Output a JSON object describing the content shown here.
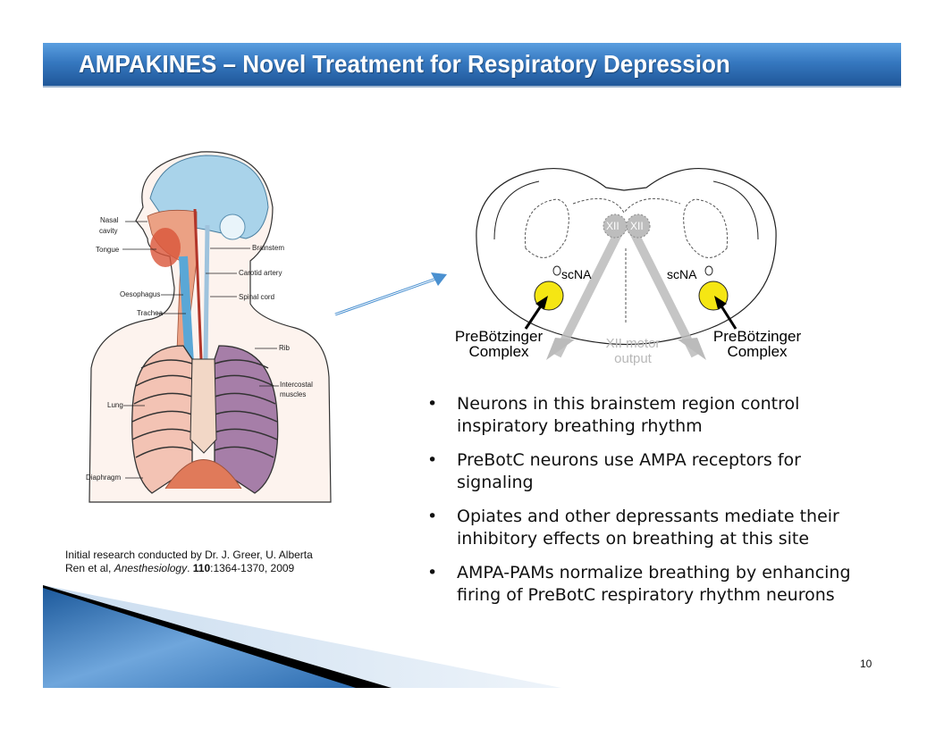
{
  "title": "AMPAKINES – Novel Treatment for Respiratory Depression",
  "anatomy_figure": {
    "labels": {
      "nasal": "Nasal",
      "cavity": "cavity",
      "tongue": "Tongue",
      "brainstem": "Brainstem",
      "carotid": "Carotid artery",
      "oesophagus": "Oesophagus",
      "spinal": "Spinal cord",
      "trachea": "Trachea",
      "rib": "Rib",
      "intercostal": "Intercostal",
      "muscles": "muscles",
      "lung": "Lung",
      "diaphragm": "Diaphragm"
    }
  },
  "brainstem_figure": {
    "xii_left": "XII",
    "xii_right": "XII",
    "scna_left": "scNA",
    "scna_right": "scNA",
    "prebot_left_1": "PreBötzinger",
    "prebot_left_2": "Complex",
    "prebot_right_1": "PreBötzinger",
    "prebot_right_2": "Complex",
    "motor_1": "XII motor",
    "motor_2": "output",
    "highlight_color": "#f5e613"
  },
  "bullets": [
    {
      "bullet": "•",
      "text": "Neurons in this brainstem region control inspiratory breathing rhythm"
    },
    {
      "bullet": "•",
      "text": "PreBotC neurons use AMPA receptors for signaling"
    },
    {
      "bullet": "•",
      "text": "Opiates and other depressants mediate their inhibitory effects on breathing at this site"
    },
    {
      "bullet": "•",
      "text": "AMPA-PAMs normalize breathing by enhancing firing of PreBotC respiratory rhythm neurons"
    }
  ],
  "citation": {
    "line1": "Initial research conducted by Dr. J. Greer, U. Alberta",
    "line2_prefix": "Ren et al, ",
    "journal": "Anesthesiology",
    "sep": ". ",
    "volume": "110",
    "pages": ":1364-1370, 2009"
  },
  "page_number": "10"
}
